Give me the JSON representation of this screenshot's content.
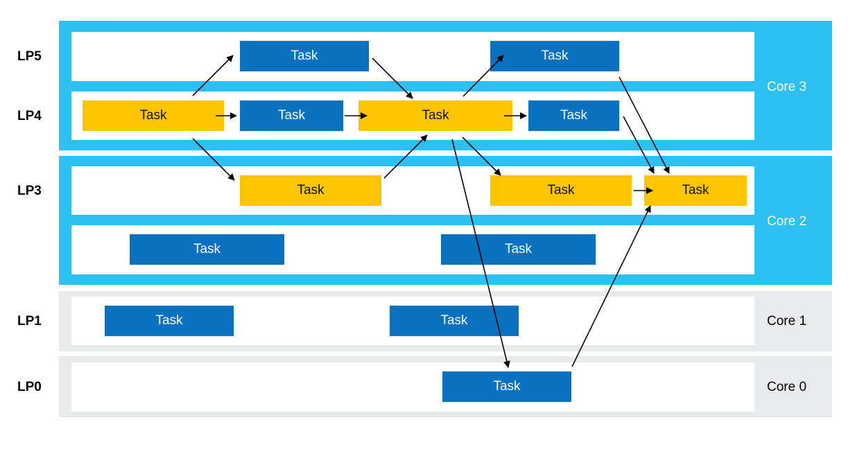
{
  "colors": {
    "core_active": "#2dc1f1",
    "core_idle": "#e8eaeb",
    "task_blue": "#0a71c1",
    "task_yellow": "#fdc500",
    "core_label_on_active": "#ffffff",
    "core_label_on_idle": "#000000"
  },
  "cores": [
    {
      "label": "Core 3",
      "state": "active"
    },
    {
      "label": "Core 2",
      "state": "active"
    },
    {
      "label": "Core 1",
      "state": "idle"
    },
    {
      "label": "Core 0",
      "state": "idle"
    }
  ],
  "logical_processors": [
    {
      "label": "LP5"
    },
    {
      "label": "LP4"
    },
    {
      "label": "LP3"
    },
    {
      "label": ""
    },
    {
      "label": "LP1"
    },
    {
      "label": "LP0"
    }
  ],
  "tasks": {
    "lp5_a": {
      "label": "Task",
      "color": "blue"
    },
    "lp5_b": {
      "label": "Task",
      "color": "blue"
    },
    "lp4_a": {
      "label": "Task",
      "color": "yellow"
    },
    "lp4_b": {
      "label": "Task",
      "color": "blue"
    },
    "lp4_c": {
      "label": "Task",
      "color": "yellow"
    },
    "lp4_d": {
      "label": "Task",
      "color": "blue"
    },
    "lp3_a": {
      "label": "Task",
      "color": "yellow"
    },
    "lp3_b": {
      "label": "Task",
      "color": "yellow"
    },
    "lp3_c": {
      "label": "Task",
      "color": "yellow"
    },
    "lp2_a": {
      "label": "Task",
      "color": "blue"
    },
    "lp2_b": {
      "label": "Task",
      "color": "blue"
    },
    "lp1_a": {
      "label": "Task",
      "color": "blue"
    },
    "lp1_b": {
      "label": "Task",
      "color": "blue"
    },
    "lp0_a": {
      "label": "Task",
      "color": "blue"
    }
  }
}
